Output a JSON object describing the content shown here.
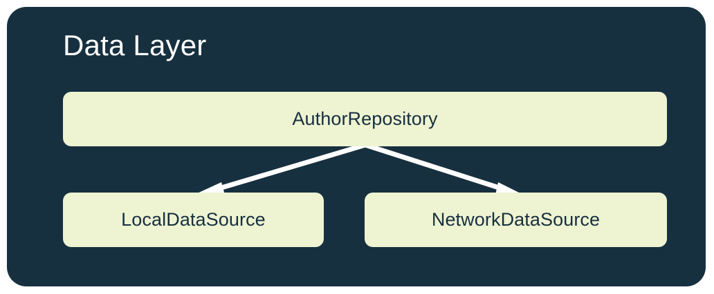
{
  "diagram": {
    "title": "Data Layer",
    "panel_color": "#17303F",
    "node_fill": "#EEF3D2",
    "node_text_color": "#17303F",
    "title_color": "#FFFFFF",
    "edge_color": "#FFFFFF",
    "page_background": "#FFFFFF",
    "nodes": [
      {
        "id": "author-repository",
        "label": "AuthorRepository"
      },
      {
        "id": "local-data-source",
        "label": "LocalDataSource"
      },
      {
        "id": "network-data-source",
        "label": "NetworkDataSource"
      }
    ],
    "edges": [
      {
        "from": "AuthorRepository",
        "to": "LocalDataSource",
        "direction": "down-left",
        "arrowhead": "filled-triangle"
      },
      {
        "from": "AuthorRepository",
        "to": "NetworkDataSource",
        "direction": "down-right",
        "arrowhead": "filled-triangle"
      }
    ]
  }
}
